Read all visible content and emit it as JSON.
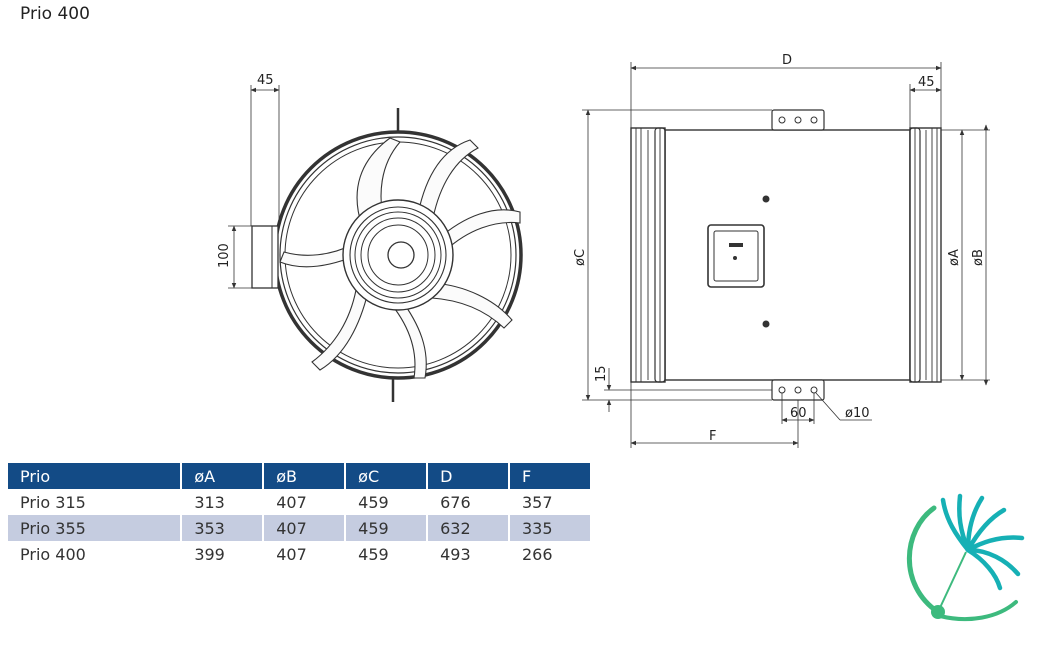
{
  "page": {
    "title": "Prio 400"
  },
  "drawing": {
    "front_view": {
      "dim_width": "45",
      "dim_height": "100"
    },
    "side_view": {
      "dim_D": "D",
      "dim_45": "45",
      "dim_C": "øC",
      "dim_A": "øA",
      "dim_B": "øB",
      "dim_15": "15",
      "dim_60": "60",
      "dim_hole": "ø10",
      "dim_F": "F"
    }
  },
  "table": {
    "headers": [
      "Prio",
      "øA",
      "øB",
      "øC",
      "D",
      "F"
    ],
    "rows": [
      [
        "Prio 315",
        "313",
        "407",
        "459",
        "676",
        "357"
      ],
      [
        "Prio 355",
        "353",
        "407",
        "459",
        "632",
        "335"
      ],
      [
        "Prio 400",
        "399",
        "407",
        "459",
        "493",
        "266"
      ]
    ]
  },
  "colors": {
    "header_bg": "#134b86",
    "row_shade": "#c5cce0",
    "logo_teal": "#16b0b5",
    "logo_green": "#3dba7e"
  },
  "logo": {
    "icon": "dandelion-logo-icon"
  }
}
